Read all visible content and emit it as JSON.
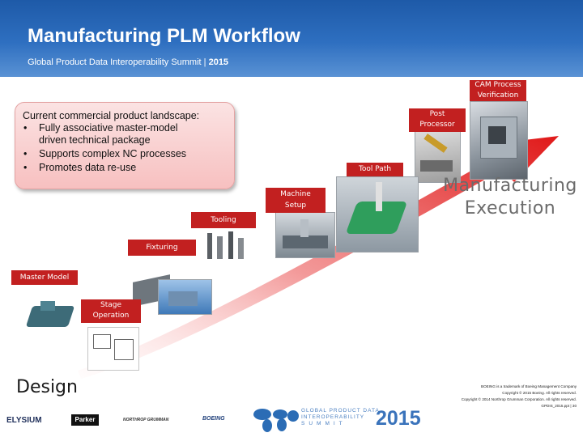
{
  "header": {
    "title": "Manufacturing PLM Workflow",
    "subtitle_text": "Global Product Data Interoperability Summit | ",
    "subtitle_year": "2015"
  },
  "callout": {
    "heading": "Current commercial product landscape:",
    "items": [
      "Fully associative master-model",
      "driven technical package",
      "Supports complex NC processes",
      "Promotes data re-use"
    ],
    "bullet": "•"
  },
  "stages": {
    "master_model": "Master Model",
    "stage_line1": "Stage",
    "stage_line2": "Operation",
    "fixturing": "Fixturing",
    "tooling": "Tooling",
    "machine_line1": "Machine",
    "machine_line2": "Setup",
    "tool_path": "Tool Path",
    "post_line1": "Post",
    "post_line2": "Processor",
    "cam_line1": "CAM Process",
    "cam_line2": "Verification"
  },
  "big_labels": {
    "design": "Design",
    "mfg_line1": "Manufacturing",
    "mfg_line2": "Execution"
  },
  "footer": {
    "logos": [
      "ELYSIUM",
      "Parker",
      "NORTHROP GRUMMAN",
      "BOEING"
    ],
    "summit_line1": "GLOBAL PRODUCT DATA",
    "summit_line2": "INTEROPERABILITY",
    "summit_line3": "SUMMIT",
    "summit_year": "2015",
    "copyright_lines": [
      "BOEING is a trademark of Boeing Management Company",
      "Copyright © 2015 Boeing. All rights reserved.",
      "Copyright © 2014 Northrop Grumman Corporation. All rights reserved.",
      "GPDIS_2015.ppt | 30"
    ]
  },
  "colors": {
    "header_blue": "#2e6fc0",
    "label_red": "#c22020",
    "arrow_red": "#e02020",
    "callout_pink": "#f7c0c0"
  }
}
